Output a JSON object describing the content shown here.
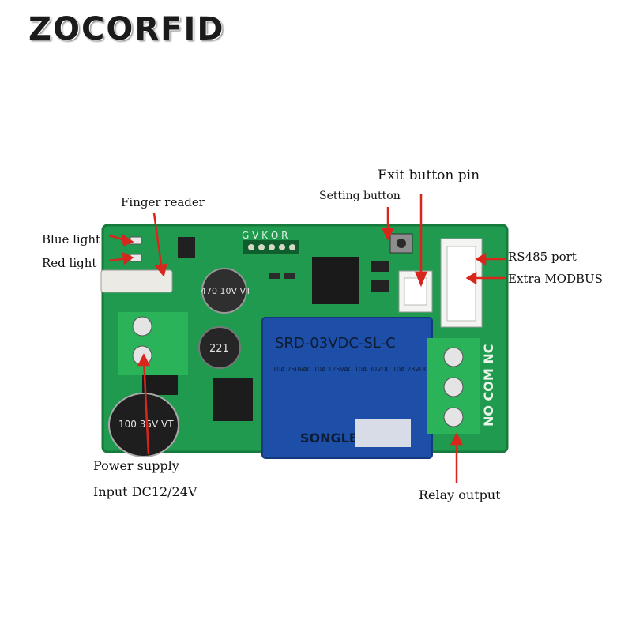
{
  "brand": "ZOCORFID",
  "labels": {
    "exit_button_pin": "Exit button pin",
    "setting_button": "Setting button",
    "finger_reader": "Finger reader",
    "blue_light": "Blue light",
    "red_light": "Red light",
    "rs485_port": "RS485 port",
    "extra_modbus": "Extra MODBUS",
    "power_supply": "Power supply",
    "input_dc": "Input DC12/24V",
    "relay_output": "Relay output"
  },
  "silkscreen": {
    "header": "G V K O R",
    "terminals": "NO COM NC",
    "relay_model": "SRD-03VDC-SL-C",
    "relay_brand": "SONGLE",
    "relay_spec": "10A 250VAC 10A 125VAC 10A 30VDC 10A 28VDC",
    "cap_large": "100 35V VT",
    "cap_small": "470 10V VT",
    "inductor": "221"
  },
  "colors": {
    "pcb": "#1f9a4e",
    "relay": "#1d4fa8",
    "terminal": "#2bb35a",
    "arrow": "#d9261c"
  }
}
